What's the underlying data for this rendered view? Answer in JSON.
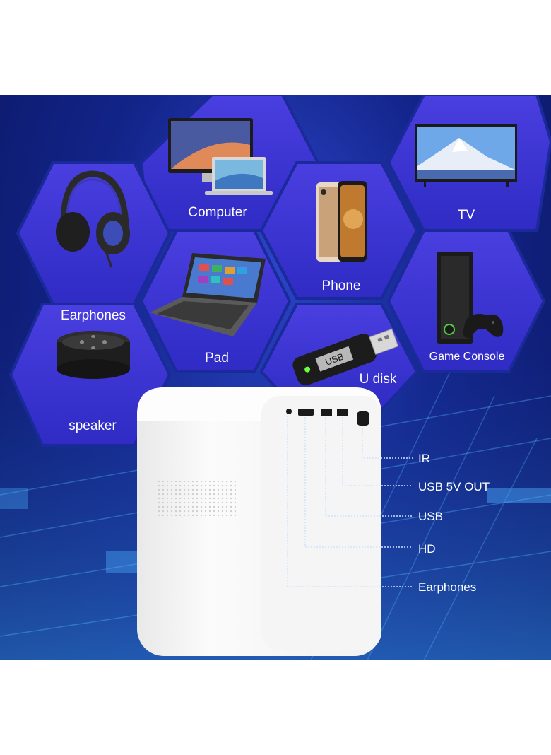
{
  "devices": {
    "computer": "Computer",
    "tv": "TV",
    "earphones": "Earphones",
    "phone": "Phone",
    "pad": "Pad",
    "game_console": "Game Console",
    "speaker": "speaker",
    "u_disk": "U disk"
  },
  "usb_stick_text": "USB",
  "ports": {
    "ir": "IR",
    "usb_5v_out": "USB 5V OUT",
    "usb": "USB",
    "hd": "HD",
    "earphones": "Earphones"
  },
  "colors": {
    "background_top": "#2b45c8",
    "background_bottom": "#0a1660",
    "hexagon_fill": "#3d34d6",
    "hexagon_border": "#1b2a9a",
    "projector_body": "#f7f7f7",
    "callout_line": "#cfe4ff"
  },
  "icons": [
    "headphones-icon",
    "computer-icon",
    "phone-icon",
    "tv-icon",
    "tablet-icon",
    "usb-drive-icon",
    "game-console-icon",
    "smart-speaker-icon"
  ]
}
